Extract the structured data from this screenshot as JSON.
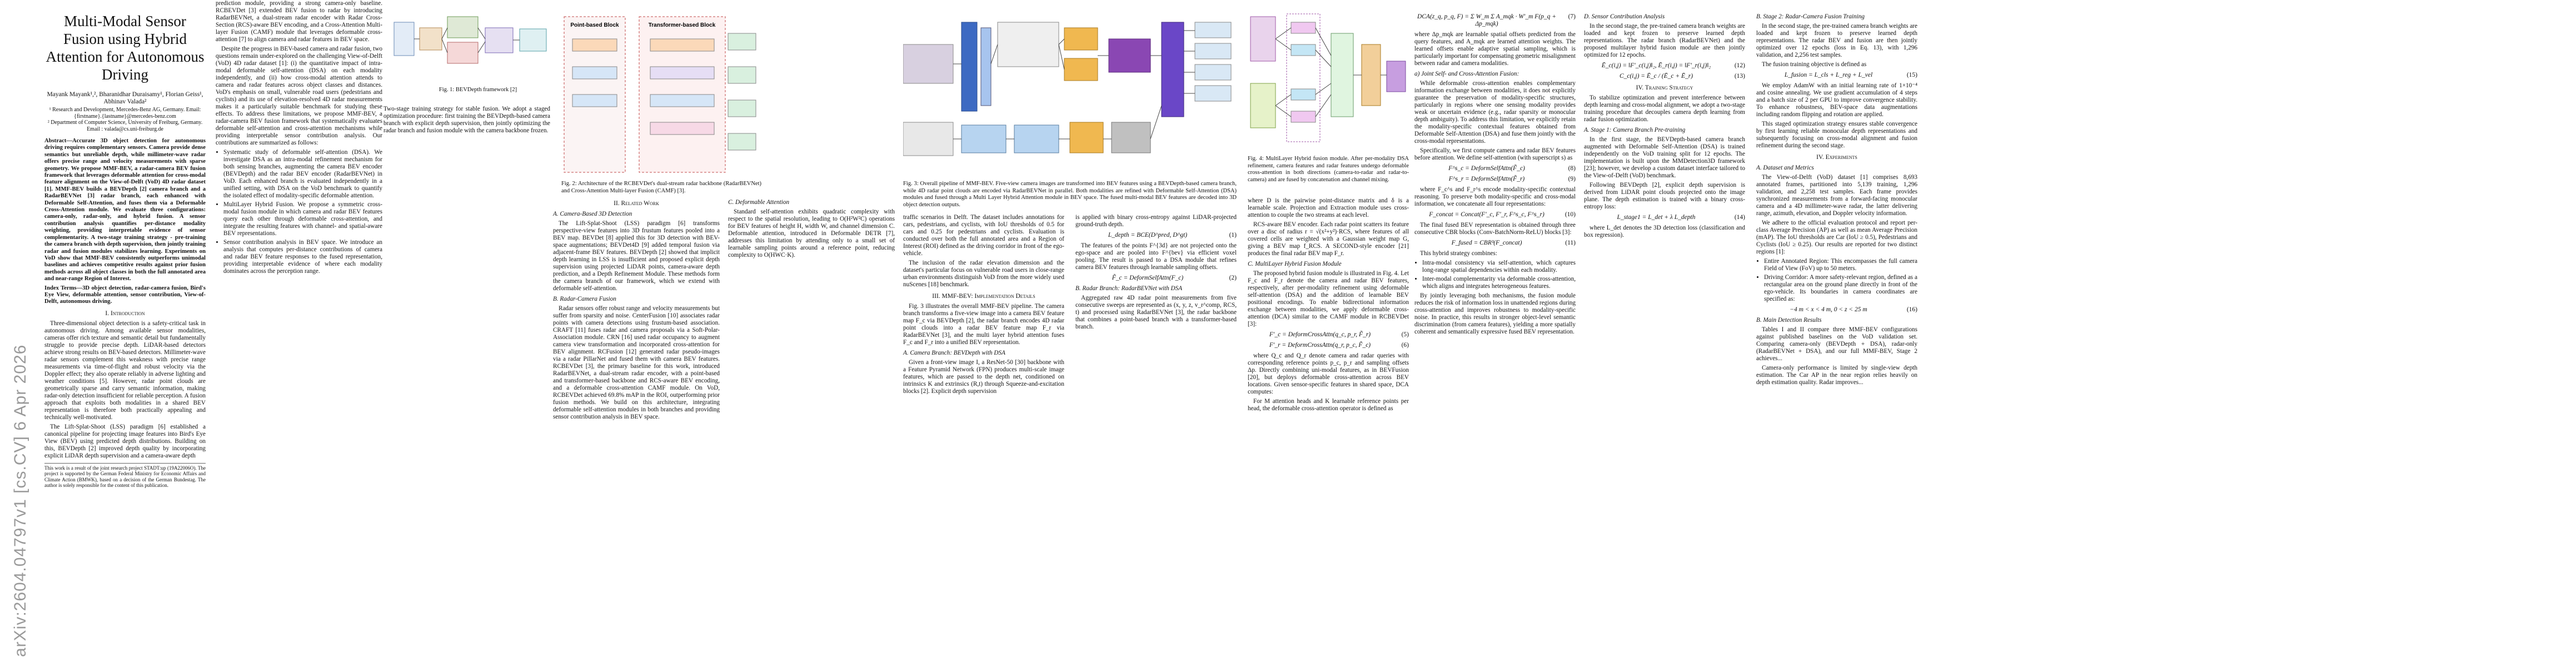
{
  "arxiv_id": "arXiv:2604.04797v1  [cs.CV]  6 Apr 2026",
  "page1": {
    "title": "Multi-Modal Sensor Fusion using Hybrid Attention for Autonomous Driving",
    "authors": "Mayank Mayank¹,², Bharanidhar Duraisamy¹, Florian Geiss¹, Abhinav Valada²",
    "affil1": "¹ Research and Development, Mercedes-Benz AG, Germany. Email: {firstname}.{lastname}@mercedes-benz.com",
    "affil2": "² Department of Computer Science, University of Freiburg, Germany. Email : valada@cs.uni-freiburg.de",
    "abstract": "Abstract—Accurate 3D object detection for autonomous driving requires complementary sensors. Camera provide dense semantics but unreliable depth, while millimeter-wave radar offers precise range and velocity measurements with sparse geometry. We propose MMF-BEV, a radar-camera BEV fusion framework that leverages deformable attention for cross-modal feature alignment on the View-of-Delft (VoD) 4D radar dataset [1]. MMF-BEV builds a BEVDepth [2] camera branch and a RadarBEVNet [3] radar branch, each enhanced with Deformable Self-Attention, and fuses them via a Deformable Cross-Attention module. We evaluate three configurations: camera-only, radar-only, and hybrid fusion. A sensor contribution analysis quantifies per-distance modality weighting, providing interpretable evidence of sensor complementarity. A two-stage training strategy - pre-training the camera branch with depth supervision, then jointly training radar and fusion modules stabilizes learning. Experiments on VoD show that MMF-BEV consistently outperforms unimodal baselines and achieves competitive results against prior fusion methods across all object classes in both the full annotated area and near-range Region of Interest.",
    "index_terms": "Index Terms—3D object detection, radar-camera fusion, Bird's Eye View, deformable attention, sensor contribution, View-of-Delft, autonomous driving.",
    "sec1": "I. Introduction",
    "intro_p1": "Three-dimensional object detection is a safety-critical task in autonomous driving. Among available sensor modalities, cameras offer rich texture and semantic detail but fundamentally struggle to provide precise depth. LiDAR-based detectors achieve strong results on BEV-based detectors. Millimeter-wave radar sensors complement this weakness with precise range measurements via time-of-flight and robust velocity via the Doppler effect; they also operate reliably in adverse lighting and weather conditions [5]. However, radar point clouds are geometrically sparse and carry semantic information, making radar-only detection insufficient for reliable perception. A fusion approach that exploits both modalities in a shared BEV representation is therefore both practically appealing and technically well-motivated.",
    "intro_p2": "The Lift-Splat-Shoot (LSS) paradigm [6] established a canonical pipeline for projecting image features into Bird's Eye View (BEV) using predicted depth distributions. Building on this, BEVDepth [2] improved depth quality by incorporating explicit LiDAR depth supervision and a camera-aware depth",
    "footnote": "This work is a result of the joint research project STADT:up (19A22006O). The project is supported by the German Federal Ministry for Economic Affairs and Climate Action (BMWK), based on a decision of the German Bundestag. The author is solely responsible for the content of this publication."
  },
  "page1b": {
    "p1": "prediction module, providing a strong camera-only baseline. RCBEVDet [3] extended BEV fusion to radar by introducing RadarBEVNet, a dual-stream radar encoder with Radar Cross-Section (RCS)-aware BEV encoding, and a Cross-Attention Multi-layer Fusion (CAMF) module that leverages deformable cross-attention [7] to align camera and radar features in BEV space.",
    "p2": "Despite the progress in BEV-based camera and radar fusion, two questions remain under-explored on the challenging View-of-Delft (VoD) 4D radar dataset [1]: (i) the quantitative impact of intra-modal deformable self-attention (DSA) on each modality independently, and (ii) how cross-modal attention attends to camera and radar features across object classes and distances. VoD's emphasis on small, vulnerable road users (pedestrians and cyclists) and its use of elevation-resolved 4D radar measurements makes it a particularly suitable benchmark for studying these effects. To address these limitations, we propose MMF-BEV, a radar-camera BEV fusion framework that systematically evaluates deformable self-attention and cross-attention mechanisms while providing interpretable sensor contribution analysis. Our contributions are summarized as follows:",
    "bullets": [
      "Systematic study of deformable self-attention (DSA). We investigate DSA as an intra-modal refinement mechanism for both sensing branches, augmenting the camera BEV encoder (BEVDepth) and the radar BEV encoder (RadarBEVNet) in VoD. Each enhanced branch is evaluated independently in a unified setting, with DSA on the VoD benchmark to quantify the isolated effect of modality-specific deformable attention.",
      "MultiLayer Hybrid Fusion. We propose a symmetric cross-modal fusion module in which camera and radar BEV features query each other through deformable cross-attention, and integrate the resulting features with channel- and spatial-aware BEV representations.",
      "Sensor contribution analysis in BEV space. We introduce an analysis that computes per-distance contributions of camera and radar BEV feature responses to the fused representation, providing interpretable evidence of where each modality dominates across the perception range.",
      "Two-stage training strategy for stable fusion. We adopt a staged optimization procedure: first training the BEVDepth-based camera branch with explicit depth supervision, then jointly optimizing the radar branch and fusion module with the camera backbone frozen."
    ],
    "caption": "Fig. 1: BEVDepth framework [2]"
  },
  "page2": {
    "fig_caption": "Fig. 2: Architecture of the RCBEVDet's dual-stream radar backbone (RadarBEVNet) and Cross-Attention Multi-layer Fusion (CAMF) [3].",
    "sec2": "II. Related Work",
    "subA": "A. Camera-Based 3D Detection",
    "pA": "The Lift-Splat-Shoot (LSS) paradigm [6] transforms perspective-view features into 3D frustum features pooled into a BEV map. BEVDet [8] applied this for 3D detection with BEV-space augmentations; BEVDet4D [9] added temporal fusion via adjacent-frame BEV features. BEVDepth [2] showed that implicit depth learning in LSS is insufficient and proposed explicit depth supervision using projected LiDAR points, camera-aware depth prediction, and a Depth Refinement Module. These methods form the camera branch of our framework, which we extend with deformable self-attention.",
    "subB": "B. Radar-Camera Fusion",
    "pB": "Radar sensors offer robust range and velocity measurements but suffer from sparsity and noise. CenterFusion [10] associates radar points with camera detections using frustum-based association. CRAFT [11] fuses radar and camera proposals via a Soft-Polar-Association module. CRN [16] used radar occupancy to augment camera view transformation and incorporated cross-attention for BEV alignment. RCFusion [12] generated radar pseudo-images via a radar PillarNet and fused them with camera BEV features. RCBEVDet [3], the primary baseline for this work, introduced RadarBEVNet, a dual-stream radar encoder, with a point-based and transformer-based backbone and RCS-aware BEV encoding, and a deformable cross-attention CAMF module. On VoD, RCBEVDet achieved 69.8% mAP in the ROI, outperforming prior fusion methods. We build on this architecture, integrating deformable self-attention modules in both branches and providing sensor contribution analysis in BEV space.",
    "subC": "C. Deformable Attention",
    "pC": "Standard self-attention exhibits quadratic complexity with respect to the spatial resolution, leading to O(H²W²C) operations for BEV features of height H, width W, and channel dimension C. Deformable attention, introduced in Deformable DETR [7], addresses this limitation by attending only to a small set of learnable sampling points around a reference point, reducing complexity to O(HWC·K)."
  },
  "page3": {
    "caption": "Fig. 3: Overall pipeline of MMF-BEV. Five-view camera images are transformed into BEV features using a BEVDepth-based camera branch, while 4D radar point clouds are encoded via RadarBEVNet in parallel. Both modalities are refined with Deformable Self-Attention (DSA) modules and fused through a Multi Layer Hybrid Attention module in BEV space. The fused multi-modal BEV features are decoded into 3D object detection outputs.",
    "left_p": "traffic scenarios in Delft. The dataset includes annotations for cars, pedestrians, and cyclists, with IoU thresholds of 0.5 for cars and 0.25 for pedestrians and cyclists. Evaluation is conducted over both the full annotated area and a Region of Interest (ROI) defined as the driving corridor in front of the ego-vehicle.",
    "left_p2": "The inclusion of the radar elevation dimension and the dataset's particular focus on vulnerable road users in close-range urban environments distinguish VoD from the more widely used nuScenes [18] benchmark.",
    "sec3": "III. MMF-BEV: Implementation Details",
    "fig3desc": "Fig. 3 illustrates the overall MMF-BEV pipeline. The camera branch transforms a five-view image into a camera BEV feature map F_c via BEVDepth [2], the radar branch encodes 4D radar point clouds into a radar BEV feature map F_r via RadarBEVNet [3], and the multi layer hybrid attention fuses F_c and F_r into a unified BEV representation.",
    "subA": "A. Camera Branch: BEVDepth with DSA",
    "camA": "Given a front-view image I, a ResNet-50 [30] backbone with a Feature Pyramid Network (FPN) produces multi-scale image features, which are passed to the depth net, conditioned on intrinsics K and extrinsics (R,t) through Squeeze-and-excitation blocks [2]. Explicit depth supervision",
    "right_p": "is applied with binary cross-entropy against LiDAR-projected ground-truth depth.",
    "right_p2": "The features of the points F^{3d} are not projected onto the ego-space and are pooled into F^{bev} via efficient voxel pooling. The result is passed to a DSA module that refines camera BEV features through learnable sampling offsets.",
    "subB": "B. Radar Branch: RadarBEVNet with DSA",
    "radarB": "Aggregated raw 4D radar point measurements from five consecutive sweeps are represented as (x, y, z, v_r^comp, RCS, t) and processed using RadarBEVNet [3], the radar backbone that combines a point-based branch with a transformer-based branch."
  },
  "page4": {
    "caption": "Fig. 4: MultiLayer Hybrid fusion module. After per-modality DSA refinement, camera features and radar features undergo deformable cross-attention in both directions (camera-to-radar and radar-to-camera) and are fused by concatenation and channel mixing.",
    "pA": "where D is the pairwise point-distance matrix and δ is a learnable scale. Projection and Extraction module uses cross-attention to couple the two streams at each level.",
    "pB": "RCS-aware BEV encoder. Each radar point scatters its feature over a disc of radius r = √(x²+y²)·RCS, where features of all covered cells are weighted with a Gaussian weight map G, giving a BEV map f_RCS. A SECOND-style encoder [21] produces the final radar BEV map F_r.",
    "subC": "C. MultiLayer Hybrid Fusion Module",
    "pC": "The proposed hybrid fusion module is illustrated in Fig. 4. Let F_c and F_r denote the camera and radar BEV features, respectively, after per-modality refinement using deformable self-attention (DSA) and the addition of learnable BEV positional encodings. To enable bidirectional information exchange between modalities, we apply deformable cross-attention (DCA) similar to the CAMF module in RCBEVDet [3]:",
    "pD": "where Q_c and Q_r denote camera and radar queries with corresponding reference points p_c, p_r and sampling offsets Δp. Directly combining uni-modal features, as in BEVFusion [20], but deploys deformable cross-attention across BEV locations. Given sensor-specific features in shared space, DCA computes:",
    "pE": "For M attention heads and K learnable reference points per head, the deformable cross-attention operator is defined as"
  },
  "page5": {
    "p1": "where Δp_mqk are learnable spatial offsets predicted from the query features, and A_mqk are learned attention weights. The learned offsets enable adaptive spatial sampling, which is particularly important for compensating geometric misalignment between radar and camera modalities.",
    "subD": "a) Joint Self- and Cross-Attention Fusion:",
    "p2": "While deformable cross-attention enables complementary information exchange between modalities, it does not explicitly guarantee the preservation of modality-specific structures, particularly in regions where one sensing modality provides weak or uncertain evidence (e.g., radar sparsity or monocular depth ambiguity). To address this limitation, we explicitly retain the modality-specific contextual features obtained from Deformable Self-Attention (DSA) and fuse them jointly with the cross-modal representations.",
    "p3": "Specifically, we first compute camera and radar BEV features before attention. We define self-attention (with superscript s) as",
    "p4": "where F_c^s and F_r^s encode modality-specific contextual reasoning. To preserve both modality-specific and cross-modal information, we concatenate all four representations:",
    "p5": "The final fused BEV representation is obtained through three consecutive CBR blocks (Conv-BatchNorm-ReLU) blocks [3]:",
    "p6": "This hybrid strategy combines:",
    "b1": "Intra-modal consistency via self-attention, which captures long-range spatial dependencies within each modality.",
    "b2": "Inter-modal complementarity via deformable cross-attention, which aligns and integrates heterogeneous features.",
    "p7": "By jointly leveraging both mechanisms, the fusion module reduces the risk of information loss in unattended regions during cross-attention and improves robustness to modality-specific noise. In practice, this results in stronger object-level semantic discrimination (from camera features), yielding a more spatially coherent and semantically expressive fused BEV representation.",
    "subSens": "D. Sensor Contribution Analysis",
    "p8": "In the second stage, the pre-trained camera branch weights are loaded and kept frozen to preserve learned depth representations. The radar branch (RadarBEVNet) and the proposed multilayer hybrid fusion module are then jointly optimized for 12 epochs."
  },
  "page6": {
    "subB2": "B. Stage 2: Radar-Camera Fusion Training",
    "p1": "In the second stage, the pre-trained camera branch weights are loaded and kept frozen to preserve learned depth representations. The radar BEV and fusion are then jointly optimized over 12 epochs (loss in Eq. 13), with 1,296 validation, and 2,256 test samples.",
    "p2": "The fusion training objective is defined as",
    "p3": "We employ AdamW with an initial learning rate of 1×10⁻⁴ and cosine annealing. We use gradient accumulation of 4 steps and a batch size of 2 per GPU to improve convergence stability. To enhance robustness, BEV-space data augmentations including random flipping and rotation are applied.",
    "p4": "This staged optimization strategy ensures stable convergence by first learning reliable monocular depth representations and subsequently focusing on cross-modal alignment and fusion refinement during the second stage.",
    "sec4": "IV. Experiments",
    "subA": "A. Dataset and Metrics",
    "p5": "The View-of-Delft (VoD) dataset [1] comprises 8,693 annotated frames, partitioned into 5,139 training, 1,296 validation, and 2,258 test samples. Each frame provides synchronized measurements from a forward-facing monocular camera and a 4D millimeter-wave radar, the latter delivering range, azimuth, elevation, and Doppler velocity information.",
    "p6": "We adhere to the official evaluation protocol and report per-class Average Precision (AP) as well as mean Average Precision (mAP). The IoU thresholds are Car (IoU ≥ 0.5), Pedestrians and Cyclists (IoU ≥ 0.25). Our results are reported for two distinct regions [1]:",
    "b1": "Entire Annotated Region: This encompasses the full camera Field of View (FoV) up to 50 meters.",
    "b2": "Driving Corridor: A more safety-relevant region, defined as a rectangular area on the ground plane directly in front of the ego-vehicle. Its boundaries in camera coordinates are specified as:",
    "subB": "B. Main Detection Results",
    "p7": "Tables I and II compare three MMF-BEV configurations against published baselines on the VoD validation set. Comparing camera-only (BEVDepth + DSA), radar-only (RadarBEVNet + DSA), and our full MMF-BEV, Stage 2 achieves...",
    "p8": "Camera-only performance is limited by single-view depth estimation. The Car AP in the near region relies heavily on depth estimation quality. Radar improves...",
    "subTrain": "IV. Training Strategy",
    "p9": "To stabilize optimization and prevent interference between depth learning and cross-modal alignment, we adopt a two-stage training procedure that decouples camera depth learning from radar fusion optimization.",
    "subStage1": "A. Stage 1: Camera Branch Pre-training",
    "p10": "In the first stage, the BEVDepth-based camera branch augmented with Deformable Self-Attention (DSA) is trained independently on the VoD training split for 12 epochs. The implementation is built upon the MMDetection3D framework [23]; however, we develop a custom dataset interface tailored to the View-of-Delft (VoD) benchmark.",
    "p11": "Following BEVDepth [2], explicit depth supervision is derived from LiDAR point clouds projected onto the image plane. The depth estimation is trained with a binary cross-entropy loss:",
    "p12": "where L_det denotes the 3D detection loss (classification and box regression)."
  }
}
